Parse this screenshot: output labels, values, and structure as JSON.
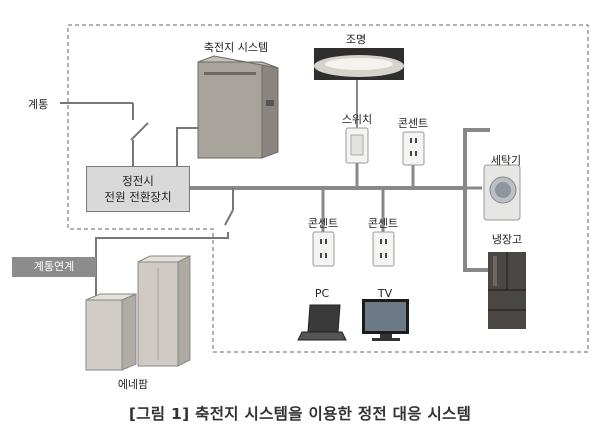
{
  "labels": {
    "grid": "계통",
    "battery_system": "축전지 시스템",
    "lighting": "조명",
    "switch": "스위치",
    "outlet_top": "콘센트",
    "washer": "세탁기",
    "fridge": "냉장고",
    "outlet_pc": "콘센트",
    "outlet_tv": "콘센트",
    "pc": "PC",
    "tv": "TV",
    "enefarm": "에네팜",
    "grid_link": "계통연계"
  },
  "switch_box": {
    "line1": "정전시",
    "line2": "전원 전환장치"
  },
  "caption": "[그림 1] 축전지 시스템을 이용한 정전 대응 시스템"
}
